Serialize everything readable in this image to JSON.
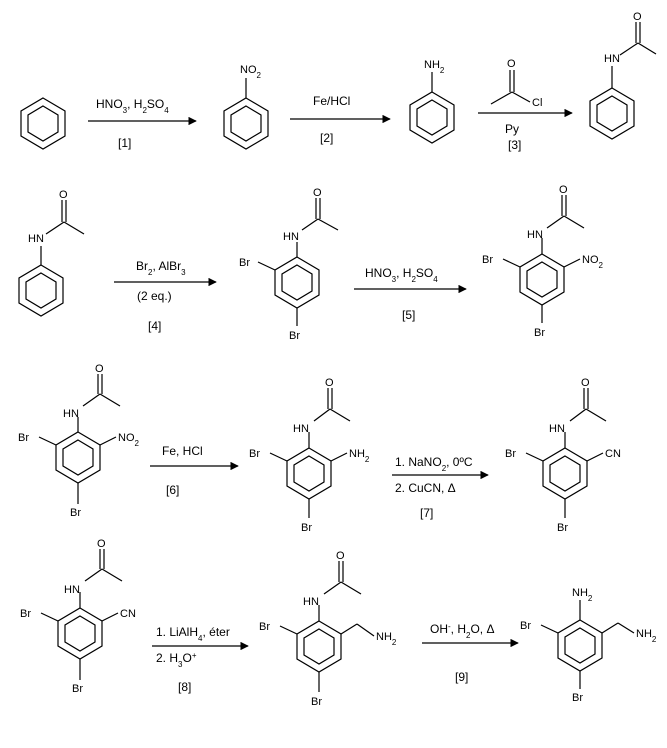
{
  "rows": [
    {
      "steps": [
        {
          "id": "s1",
          "line1": "HNO3, H2SO4",
          "line2": "",
          "num": "[1]"
        },
        {
          "id": "s2",
          "line1": "Fe/HCl",
          "line2": "",
          "num": "[2]"
        },
        {
          "id": "s3",
          "line1": "Cl",
          "line2": "Py",
          "num": "[3]"
        }
      ]
    },
    {
      "steps": [
        {
          "id": "s4",
          "line1": "Br2, AlBr3",
          "line2": "(2 eq.)",
          "num": "[4]"
        },
        {
          "id": "s5",
          "line1": "HNO3, H2SO4",
          "line2": "",
          "num": "[5]"
        }
      ]
    },
    {
      "steps": [
        {
          "id": "s6",
          "line1": "Fe, HCl",
          "line2": "",
          "num": "[6]"
        },
        {
          "id": "s7",
          "line1": "1. NaNO2, 0ºC",
          "line2": "2. CuCN, Δ",
          "num": "[7]"
        }
      ]
    },
    {
      "steps": [
        {
          "id": "s8",
          "line1": "1. LiAlH4, éter",
          "line2": "2. H3O+",
          "num": "[8]"
        },
        {
          "id": "s9",
          "line1": "OH-, H2O, Δ",
          "line2": "",
          "num": "[9]"
        }
      ]
    }
  ],
  "labels": {
    "no2": "NO2",
    "nh2": "NH2",
    "hn": "HN",
    "o": "O",
    "br": "Br",
    "cn": "CN",
    "cl": "Cl"
  }
}
